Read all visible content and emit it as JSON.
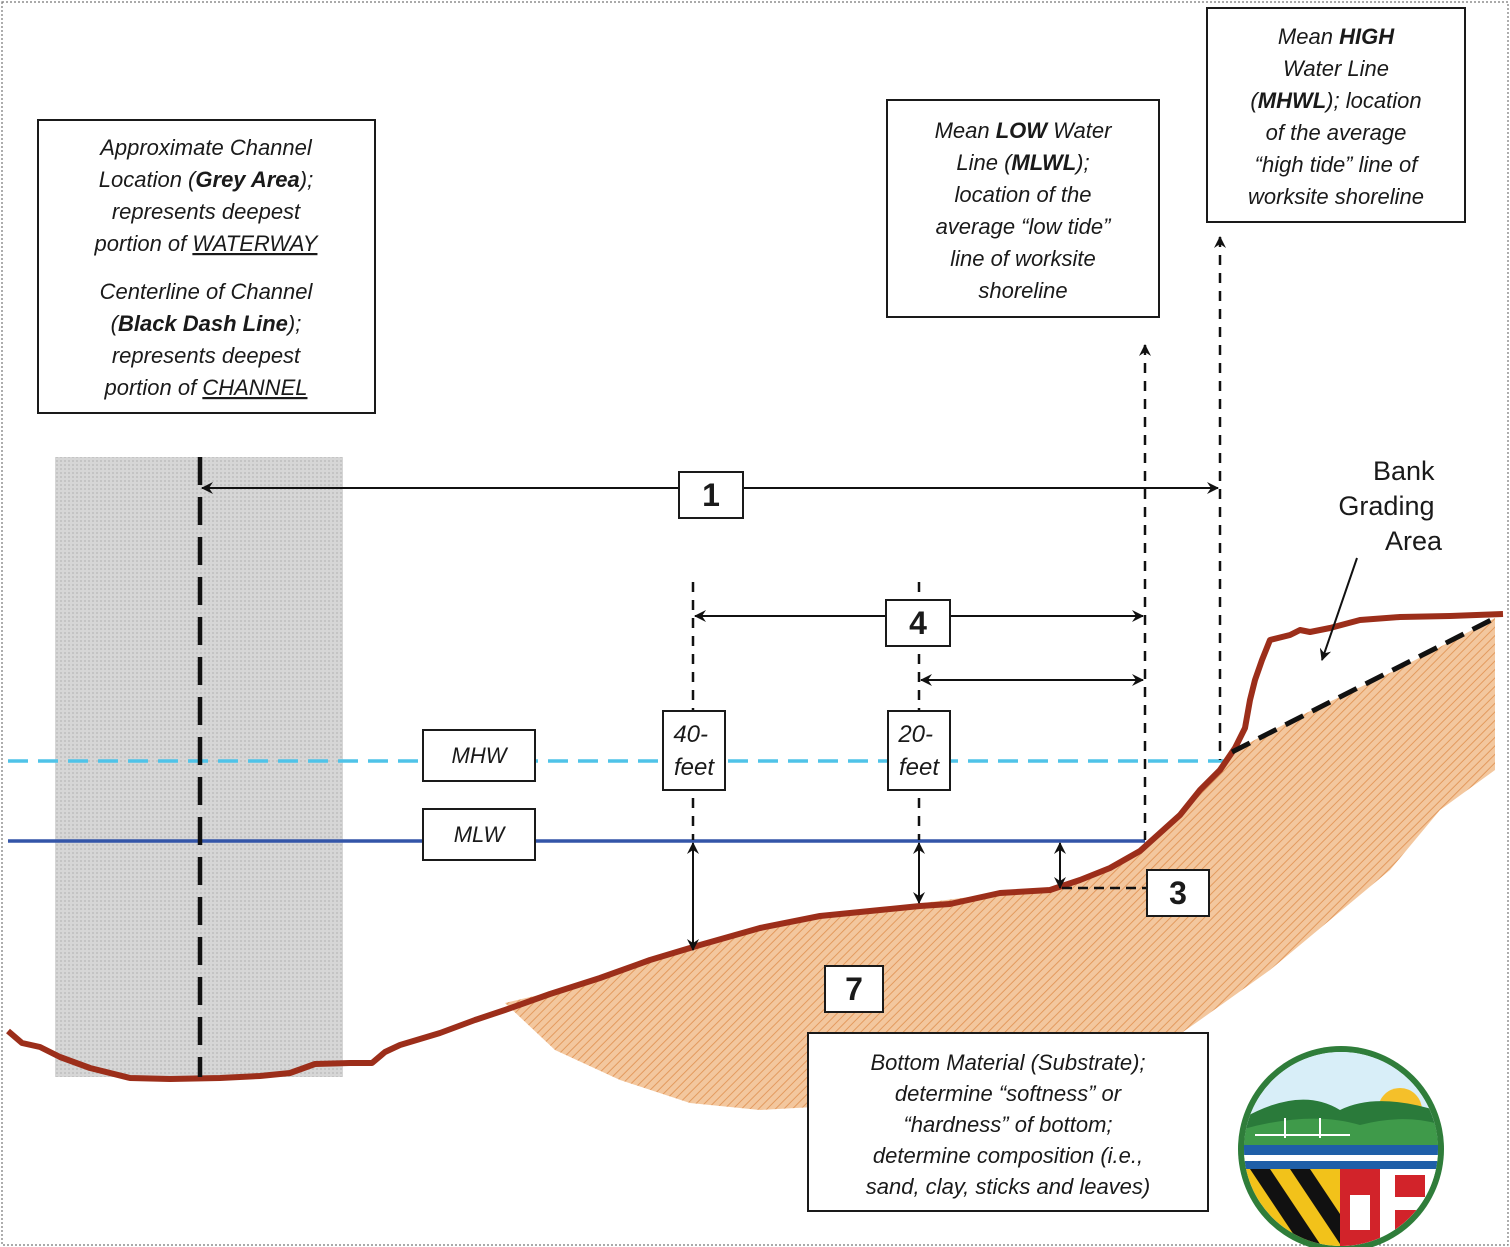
{
  "colors": {
    "mhw_line": "#4fc3e8",
    "mlw_line": "#3355a8",
    "ground": "#9c2e1a",
    "substrate": "#f2b98a",
    "channel": "#cfcfcf",
    "dash": "#111111"
  },
  "channel_note": {
    "p1": [
      {
        "text": "Approximate Channel"
      },
      {
        "parts": [
          {
            "t": "Location ("
          },
          {
            "t": "Grey Area",
            "b": true
          },
          {
            "t": ");"
          }
        ]
      },
      {
        "text": "represents deepest"
      },
      {
        "parts": [
          {
            "t": "portion of "
          },
          {
            "t": "WATERWAY",
            "u": true
          }
        ]
      }
    ],
    "p2": [
      {
        "text": "Centerline of Channel"
      },
      {
        "parts": [
          {
            "t": "("
          },
          {
            "t": "Black Dash Line",
            "b": true
          },
          {
            "t": ");"
          }
        ]
      },
      {
        "text": "represents deepest"
      },
      {
        "parts": [
          {
            "t": "portion of "
          },
          {
            "t": "CHANNEL",
            "u": true
          }
        ]
      }
    ]
  },
  "mlwl_note": [
    {
      "parts": [
        {
          "t": "Mean "
        },
        {
          "t": "LOW",
          "b": true
        },
        {
          "t": " Water"
        }
      ]
    },
    {
      "parts": [
        {
          "t": "Line ("
        },
        {
          "t": "MLWL",
          "b": true
        },
        {
          "t": ");"
        }
      ]
    },
    {
      "text": "location of the"
    },
    {
      "text": "average “low tide”"
    },
    {
      "text": "line of worksite"
    },
    {
      "text": "shoreline"
    }
  ],
  "mhwl_note": [
    {
      "parts": [
        {
          "t": "Mean "
        },
        {
          "t": "HIGH",
          "b": true
        }
      ]
    },
    {
      "text": "Water Line"
    },
    {
      "parts": [
        {
          "t": "("
        },
        {
          "t": "MHWL",
          "b": true
        },
        {
          "t": "); location"
        }
      ]
    },
    {
      "text": "of the average"
    },
    {
      "text": "“high tide” line of"
    },
    {
      "text": "worksite shoreline"
    }
  ],
  "bank_label": [
    "Bank",
    "Grading",
    "Area"
  ],
  "markers": {
    "m1": "1",
    "m3": "3",
    "m4": "4",
    "m7": "7"
  },
  "water_labels": {
    "mhw": "MHW",
    "mlw": "MLW"
  },
  "distances": {
    "d40": [
      "40-",
      "feet"
    ],
    "d20": [
      "20-",
      "feet"
    ]
  },
  "substrate_note": [
    {
      "text": "Bottom Material (Substrate);"
    },
    {
      "text": "determine “softness” or"
    },
    {
      "text": "“hardness” of bottom;"
    },
    {
      "text": "determine composition (i.e.,"
    },
    {
      "text": "sand, clay, sticks and leaves)"
    }
  ]
}
